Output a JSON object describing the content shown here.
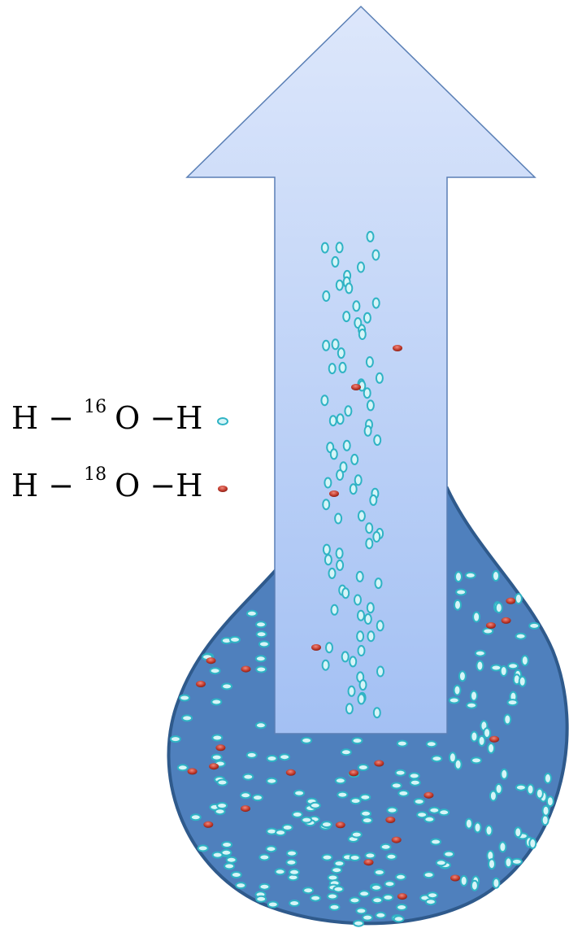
{
  "legend": [
    {
      "formula_left": "H − ",
      "isotope": "16",
      "formula_right": "O −H",
      "marker": "light-molecule",
      "color": "#d6f5f8",
      "stroke": "#2fb3c4"
    },
    {
      "formula_left": "H − ",
      "isotope": "18",
      "formula_right": "O −H",
      "marker": "heavy-molecule",
      "color": "#c0392b",
      "stroke": "#7a1a12"
    }
  ],
  "colors": {
    "flask_fill": "#4f80bd",
    "flask_stroke": "#2f5a8c",
    "arrow_top": "#dde7fb",
    "arrow_bottom": "#a3c0f3",
    "arrow_stroke": "#5a7fb5"
  },
  "diagram": {
    "arrow_direction": "up",
    "vapor_light_count": 84,
    "vapor_heavy_count": 4,
    "liquid_light_count": 200,
    "liquid_heavy_count": 22
  }
}
